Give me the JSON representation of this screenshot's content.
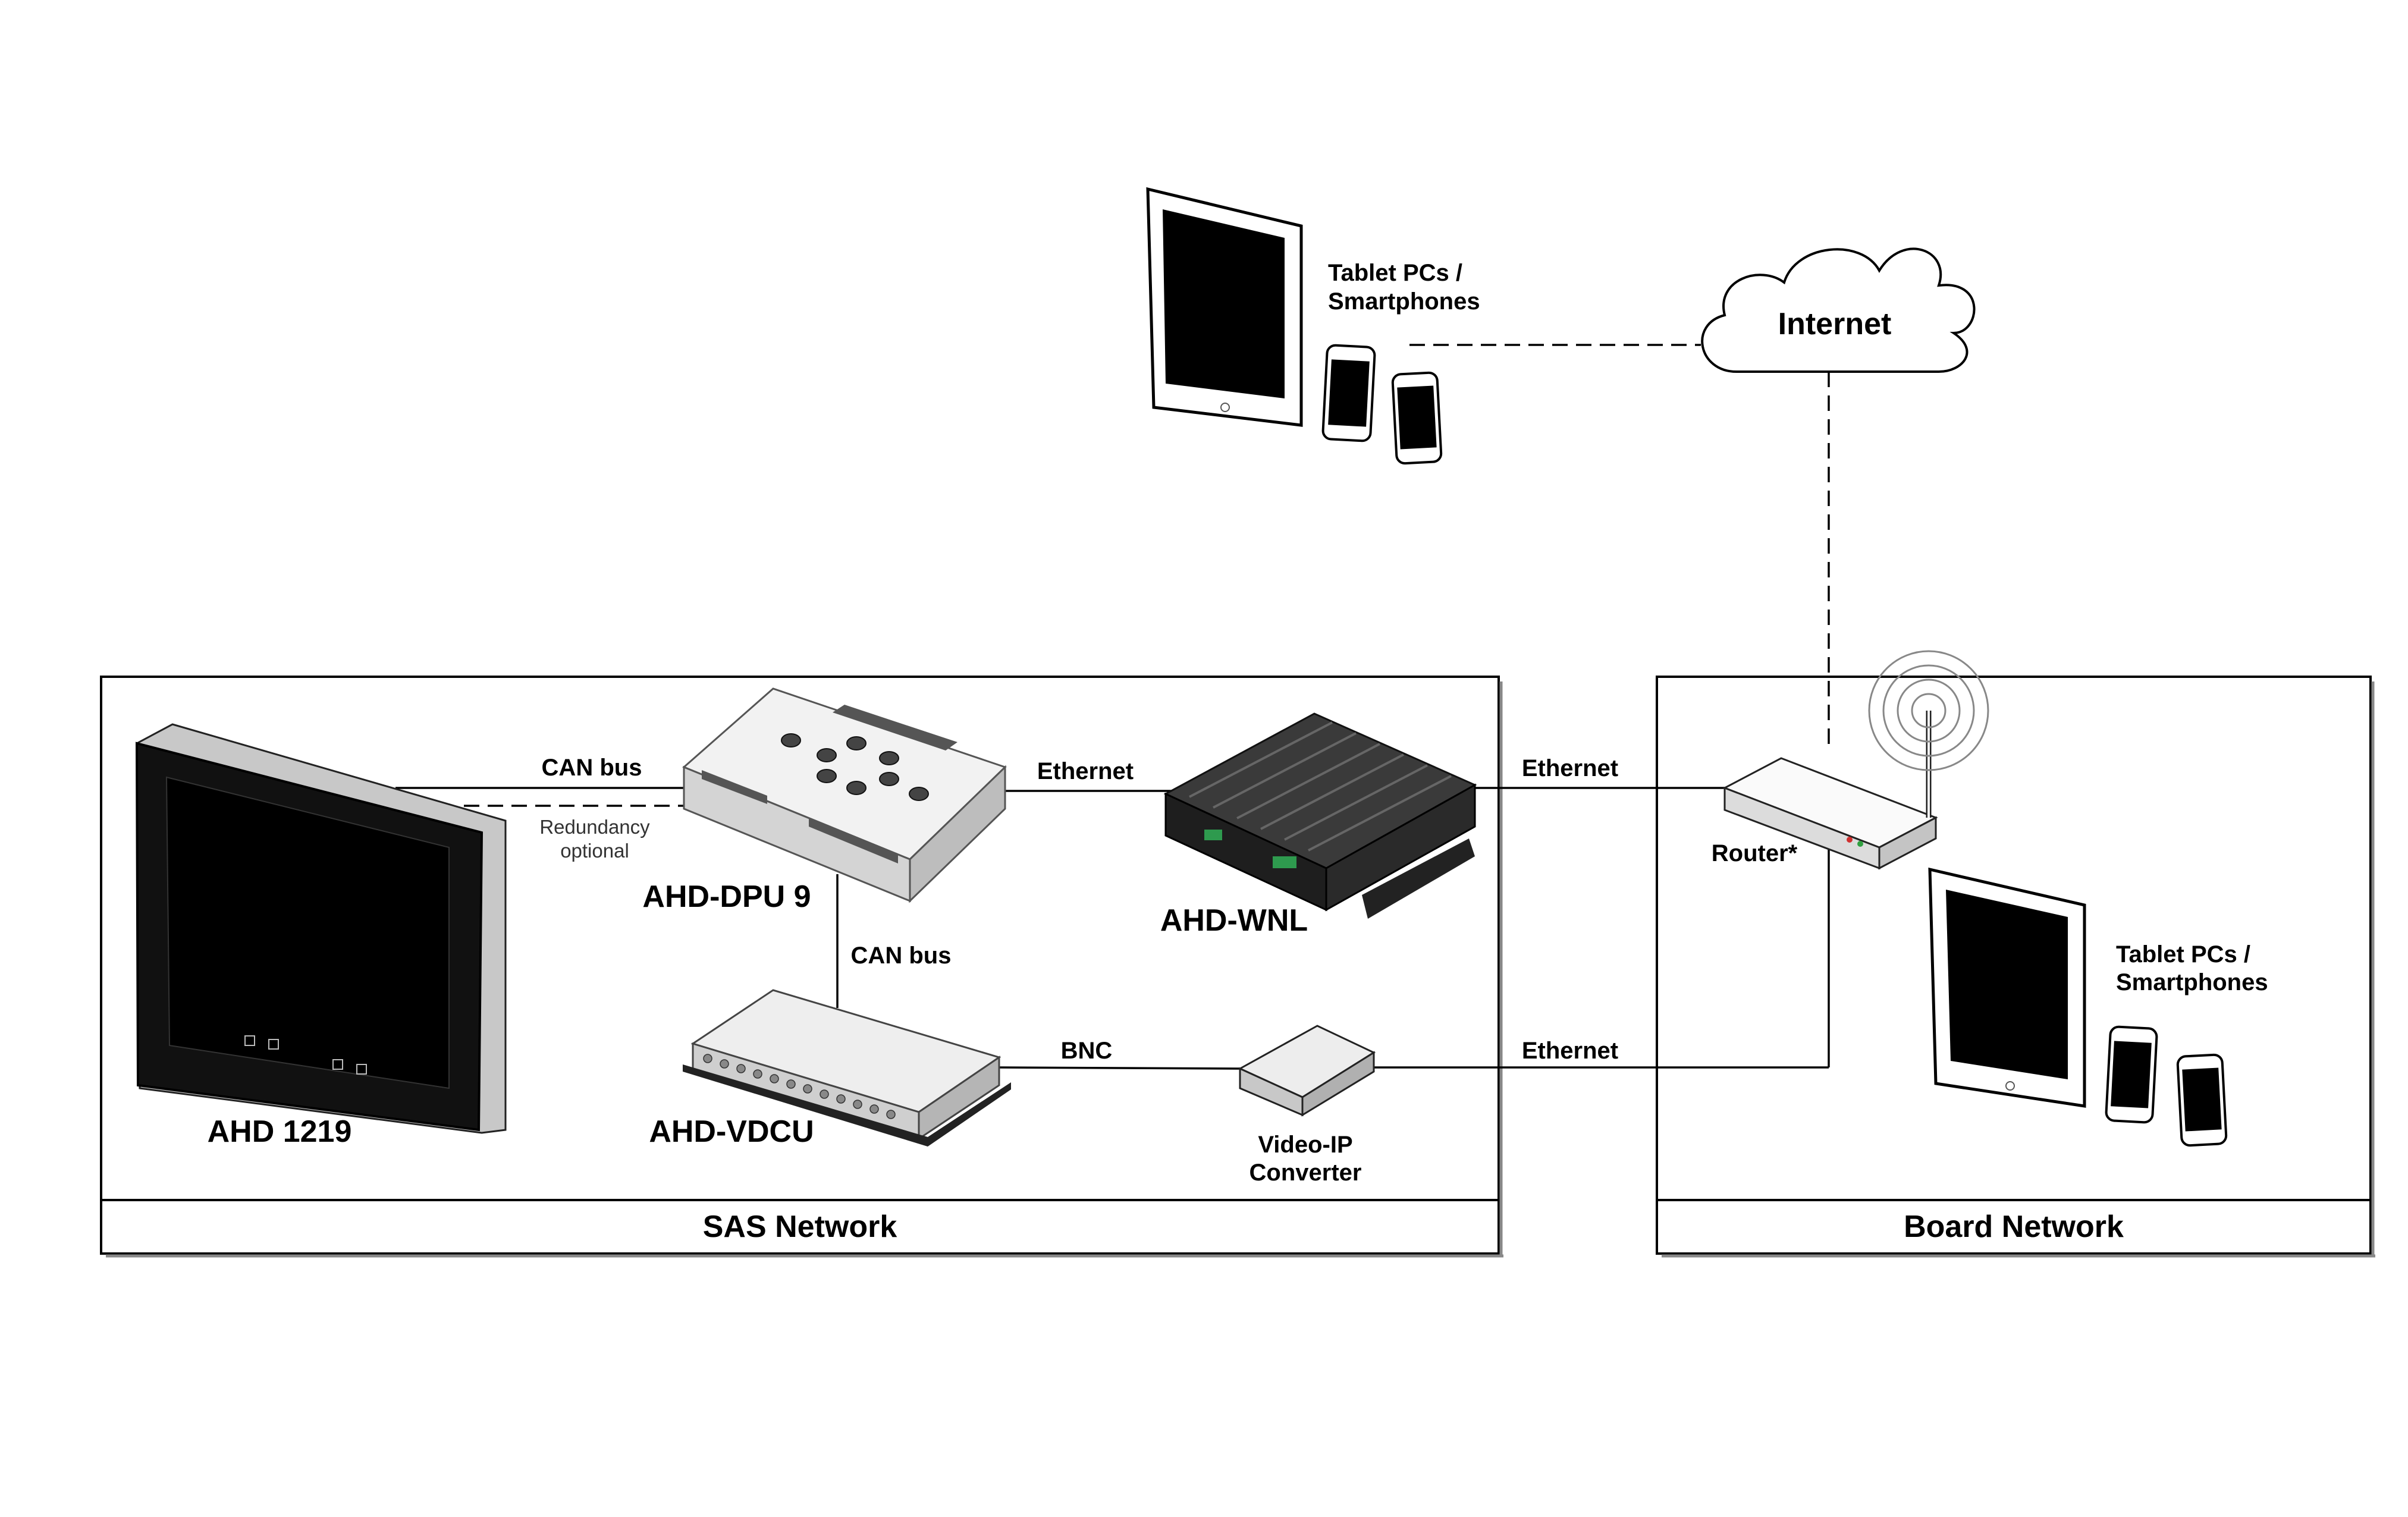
{
  "networks": {
    "sas": {
      "label": "SAS Network"
    },
    "board": {
      "label": "Board Network"
    }
  },
  "internet": {
    "label": "Internet"
  },
  "devices": {
    "tablets_top": {
      "line1": "Tablet PCs /",
      "line2": "Smartphones"
    },
    "tablets_board": {
      "line1": "Tablet PCs /",
      "line2": "Smartphones"
    },
    "ahd1219": {
      "label": "AHD 1219"
    },
    "dpu": {
      "label": "AHD-DPU 9"
    },
    "wnl": {
      "label": "AHD-WNL"
    },
    "vdcu": {
      "label": "AHD-VDCU"
    },
    "router": {
      "label": "Router*"
    },
    "converter": {
      "line1": "Video-IP",
      "line2": "Converter"
    }
  },
  "connections": {
    "can_bus_top": "CAN bus",
    "redundancy_line1": "Redundancy",
    "redundancy_line2": "optional",
    "ethernet_dpu_wnl": "Ethernet",
    "ethernet_wnl_router": "Ethernet",
    "can_bus_vertical": "CAN bus",
    "bnc": "BNC",
    "ethernet_converter_router": "Ethernet"
  },
  "colors": {
    "line": "#000000",
    "device_light": "#e6e6e6",
    "device_dark": "#2a2a2a",
    "screen": "#000000"
  }
}
